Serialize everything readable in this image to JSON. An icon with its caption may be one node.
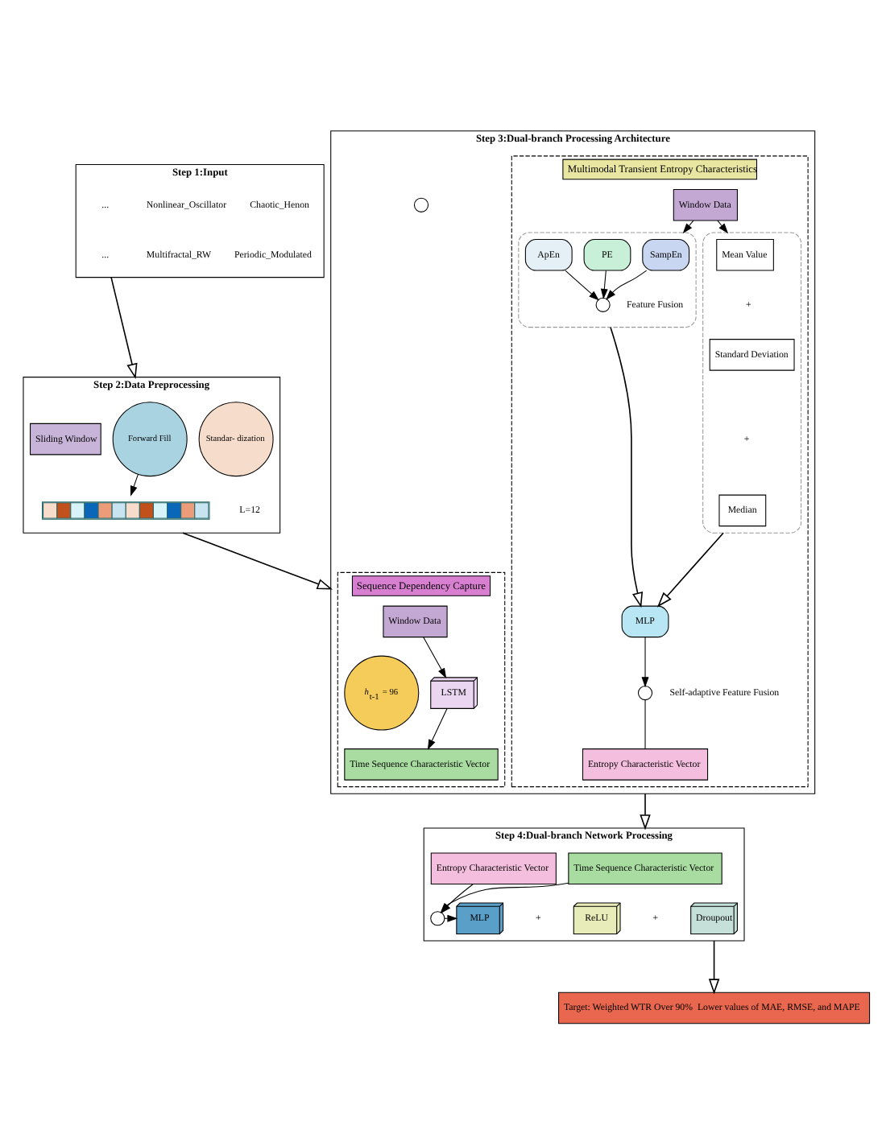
{
  "diagram": {
    "nodes": [
      {
        "text": [
          "Step 1:Input"
        ]
      },
      {
        "text": [
          "Chaotic_Henon"
        ],
        "in": 0
      },
      {
        "text": [
          "Nonlinear_Oscillator"
        ],
        "in": 0
      },
      {
        "text": [
          "..."
        ],
        "in": 0
      },
      {
        "text": [
          "Periodic_Modulated"
        ],
        "in": 0
      },
      {
        "text": [
          "Multifractal_RW"
        ],
        "in": 0
      },
      {
        "text": [
          "..."
        ],
        "in": 0
      },
      {
        "text": [
          "Step 2:Data Preprocessing"
        ]
      },
      {
        "text": [
          "Forward Fill"
        ],
        "in": 7
      },
      {
        "text": [
          "Standar- dization"
        ],
        "in": 7
      },
      {
        "text": [
          "Sliding Window"
        ],
        "in": 7
      },
      {
        "text": [],
        "shape": "bar",
        "in": 7,
        "beside": [
          "L=12"
        ]
      },
      {
        "text": [
          "Step 3:Dual-branch Processing Architecture"
        ]
      },
      {
        "text": [
          "Sequence Dependency Capture"
        ],
        "in": 12
      },
      {
        "text": [
          "Window Data"
        ],
        "in": 13
      },
      {
        "text": [
          "LSTM"
        ],
        "in": 13
      },
      {
        "text": [
          "*h*$_{t-1}$ = 96"
        ],
        "in": 13
      },
      {
        "text": [
          "Time Sequence Characteristic Vector"
        ],
        "in": 13
      },
      {
        "text": [],
        "shape": "circle",
        "in": 12
      },
      {
        "text": [
          "Multimodal Transient Entropy Characteristics"
        ],
        "in": 12
      },
      {
        "text": [
          "Window Data"
        ],
        "in": 19
      },
      {
        "text": [],
        "shape": "box",
        "in": 19
      },
      {
        "text": [
          "SampEn"
        ],
        "in": 21
      },
      {
        "text": [
          "PE"
        ],
        "in": 21
      },
      {
        "text": [
          "ApEn"
        ],
        "in": 21
      },
      {
        "text": [],
        "shape": "circle",
        "in": 21,
        "beside": [
          "Feature Fusion"
        ]
      },
      {
        "text": [],
        "shape": "box",
        "in": 19
      },
      {
        "text": [
          "Mean Value"
        ],
        "in": 26
      },
      {
        "text": [
          "Standard Deviation"
        ],
        "in": 26
      },
      {
        "text": [
          "Median"
        ],
        "in": 26
      },
      {
        "text": [
          "MLP"
        ],
        "in": 19
      },
      {
        "text": [],
        "shape": "circle",
        "in": 19,
        "beside": [
          "Self-adaptive Feature Fusion"
        ]
      },
      {
        "text": [
          "Entropy Characteristic Vector"
        ],
        "in": 19
      },
      {
        "text": [
          "Step 4:Dual-branch Network Processing"
        ]
      },
      {
        "text": [
          "Time Sequence Characteristic Vector"
        ],
        "in": 33
      },
      {
        "text": [
          "Entropy Characteristic Vector"
        ],
        "in": 33
      },
      {
        "text": [],
        "shape": "circle",
        "in": 33
      },
      {
        "text": [
          "MLP"
        ],
        "in": 33
      },
      {
        "text": [
          "ReLU"
        ],
        "in": 33
      },
      {
        "text": [
          "Droupout"
        ],
        "in": 33
      },
      {
        "text": [
          "Target: Weighted WTR Over 90%  Lower values of MAE, RMSE, and MAPE"
        ]
      }
    ],
    "edges": [
      {
        "from": 0,
        "to": 7,
        "arrow": "to"
      },
      {
        "from": 8,
        "to": 11,
        "arrow": "to"
      },
      {
        "from": 7,
        "to": 12,
        "arrow": "to"
      },
      {
        "from": 14,
        "to": 15,
        "arrow": "to"
      },
      {
        "from": 15,
        "to": 17,
        "arrow": "to"
      },
      {
        "from": 20,
        "to": 21,
        "arrow": "to"
      },
      {
        "from": 20,
        "to": 26,
        "arrow": "to"
      },
      {
        "from": 22,
        "to": 25,
        "arrow": "to"
      },
      {
        "from": 23,
        "to": 25,
        "arrow": "to"
      },
      {
        "from": 24,
        "to": 25,
        "arrow": "to"
      },
      {
        "from": 21,
        "to": 30,
        "arrow": "to"
      },
      {
        "from": 26,
        "to": 30,
        "arrow": "to"
      },
      {
        "from": 30,
        "to": 31,
        "arrow": "to"
      },
      {
        "from": 31,
        "to": 32,
        "arrow": "none"
      },
      {
        "from": 34,
        "to": 36,
        "arrow": "to"
      },
      {
        "from": 35,
        "to": 36,
        "arrow": "to"
      },
      {
        "from": 36,
        "to": 37,
        "arrow": "to"
      },
      {
        "from": 12,
        "to": 33,
        "arrow": "to"
      },
      {
        "from": 33,
        "to": 40,
        "arrow": "to"
      }
    ],
    "labels": [
      "+",
      "+",
      "+",
      "+"
    ]
  }
}
